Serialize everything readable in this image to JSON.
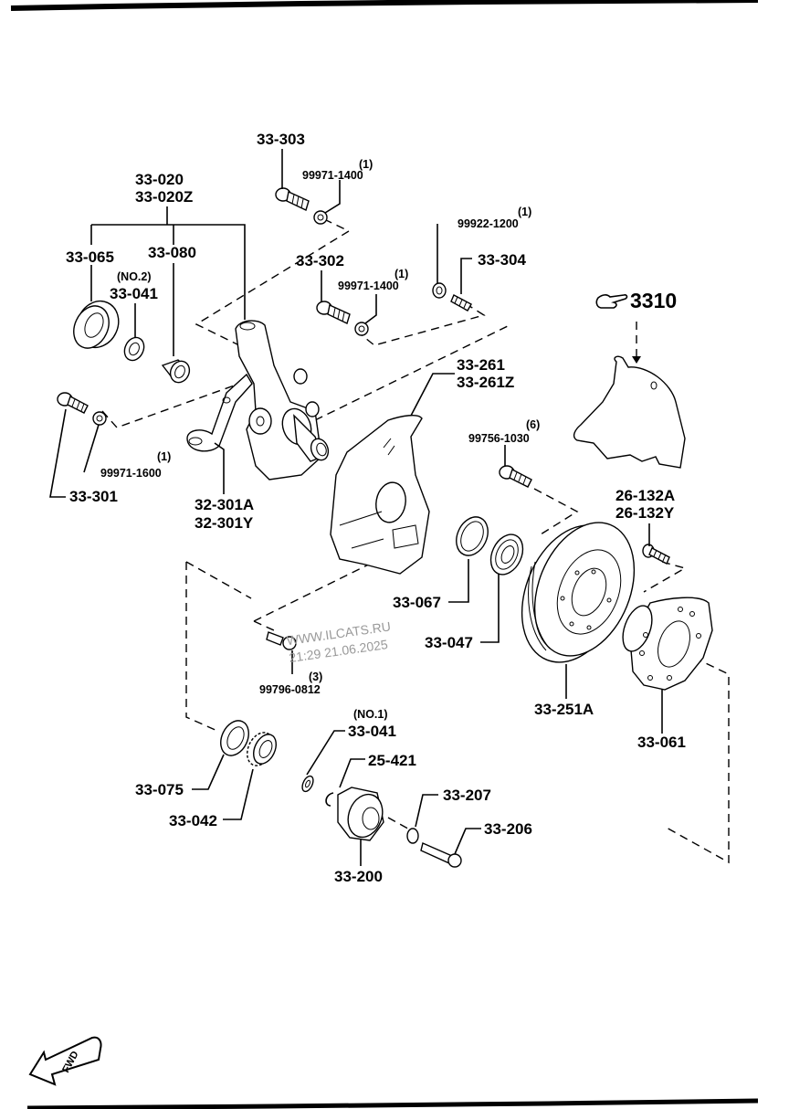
{
  "diagram": {
    "title": "Front axle / steering knuckle exploded parts view",
    "reference_section": "3310",
    "reference_icon": "pointing-hand-icon",
    "fwd_indicator": "FWD",
    "watermark": {
      "line1": "WWW.ILCATS.RU",
      "line2": "21:29 21.06.2025"
    },
    "callouts": {
      "p33_303": "33-303",
      "p99971_1400_a_qty": "(1)",
      "p99971_1400_a": "99971-1400",
      "p33_020": "33-020",
      "p33_020z": "33-020Z",
      "p33_065": "33-065",
      "p33_080": "33-080",
      "p33_041_no2_note": "(NO.2)",
      "p33_041_no2": "33-041",
      "p33_302": "33-302",
      "p99971_1400_b_qty": "(1)",
      "p99971_1400_b": "99971-1400",
      "p99922_1200_qty": "(1)",
      "p99922_1200": "99922-1200",
      "p33_304": "33-304",
      "p33_261": "33-261",
      "p33_261z": "33-261Z",
      "p99756_1030_qty": "(6)",
      "p99756_1030": "99756-1030",
      "p99971_1600_qty": "(1)",
      "p99971_1600": "99971-1600",
      "p33_301": "33-301",
      "p32_301a": "32-301A",
      "p32_301y": "32-301Y",
      "p26_132a": "26-132A",
      "p26_132y": "26-132Y",
      "p33_067": "33-067",
      "p33_047": "33-047",
      "p99796_0812_qty": "(3)",
      "p99796_0812": "99796-0812",
      "p33_251a": "33-251A",
      "p33_061": "33-061",
      "p33_041_no1_note": "(NO.1)",
      "p33_041_no1": "33-041",
      "p25_421": "25-421",
      "p33_207": "33-207",
      "p33_206": "33-206",
      "p33_075": "33-075",
      "p33_042": "33-042",
      "p33_200": "33-200"
    }
  }
}
